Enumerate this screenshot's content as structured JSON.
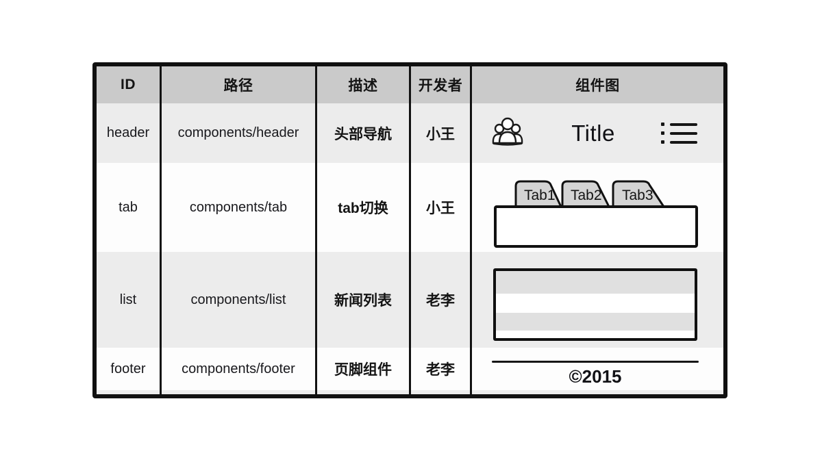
{
  "table": {
    "columns": [
      {
        "key": "id",
        "label": "ID"
      },
      {
        "key": "path",
        "label": "路径"
      },
      {
        "key": "desc",
        "label": "描述"
      },
      {
        "key": "dev",
        "label": "开发者"
      },
      {
        "key": "diagram",
        "label": "组件图"
      }
    ],
    "rows": [
      {
        "id": "header",
        "path": "components/header",
        "desc": "头部导航",
        "dev": "小王"
      },
      {
        "id": "tab",
        "path": "components/tab",
        "desc": "tab切换",
        "dev": "小王"
      },
      {
        "id": "list",
        "path": "components/list",
        "desc": "新闻列表",
        "dev": "老李"
      },
      {
        "id": "footer",
        "path": "components/footer",
        "desc": "页脚组件",
        "dev": "老李"
      }
    ]
  },
  "diagrams": {
    "header": {
      "title": "Title",
      "left_icon": "users-group-icon",
      "right_icon": "bulleted-list-icon"
    },
    "tab": {
      "tabs": [
        "Tab1",
        "Tab2",
        "Tab3"
      ]
    },
    "list": {
      "stripes": [
        "gray",
        "white",
        "gray",
        "white"
      ]
    },
    "footer": {
      "copyright": "©2015"
    }
  },
  "colors": {
    "ink": "#101010",
    "header_row_bg": "#cacaca",
    "alt_row_bg": "#ececec",
    "plain_row_bg": "#fdfdfd",
    "tab_fill": "#d4d4d4",
    "stripe_gray": "#e0e0e0"
  }
}
